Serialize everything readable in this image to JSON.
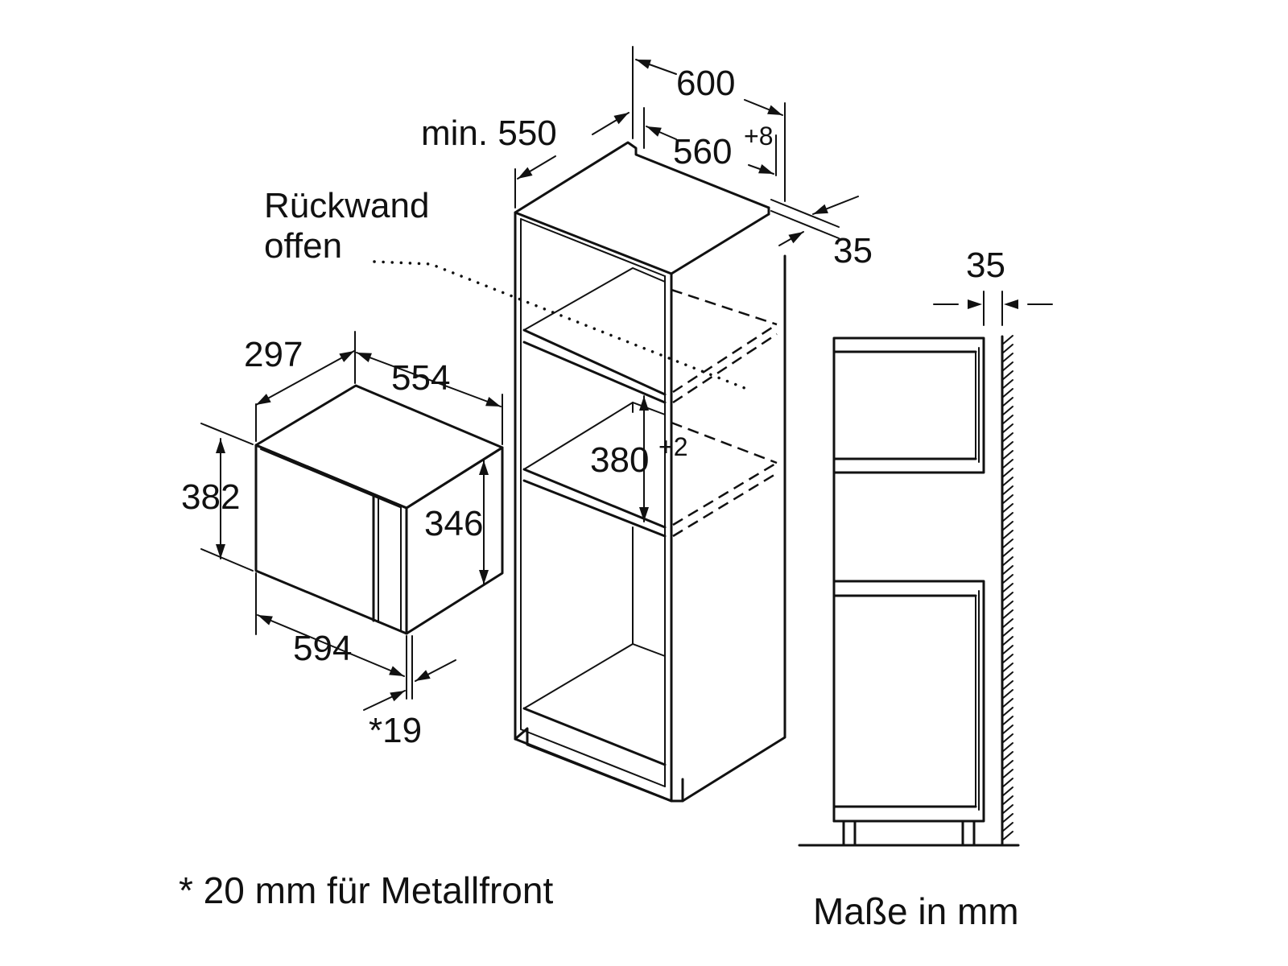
{
  "labels": {
    "w600": "600",
    "min550": "min. 550",
    "w560": "560",
    "w560_tol": "+8",
    "gap35_top": "35",
    "gap35_side": "35",
    "rueckwand_line1": "Rückwand",
    "rueckwand_line2": "offen",
    "d297": "297",
    "w554": "554",
    "h382": "382",
    "h346": "346",
    "w594": "594",
    "front19": "*19",
    "h380": "380",
    "h380_tol": "+2"
  },
  "footnote": "* 20 mm für Metallfront",
  "units_note": "Maße in mm"
}
